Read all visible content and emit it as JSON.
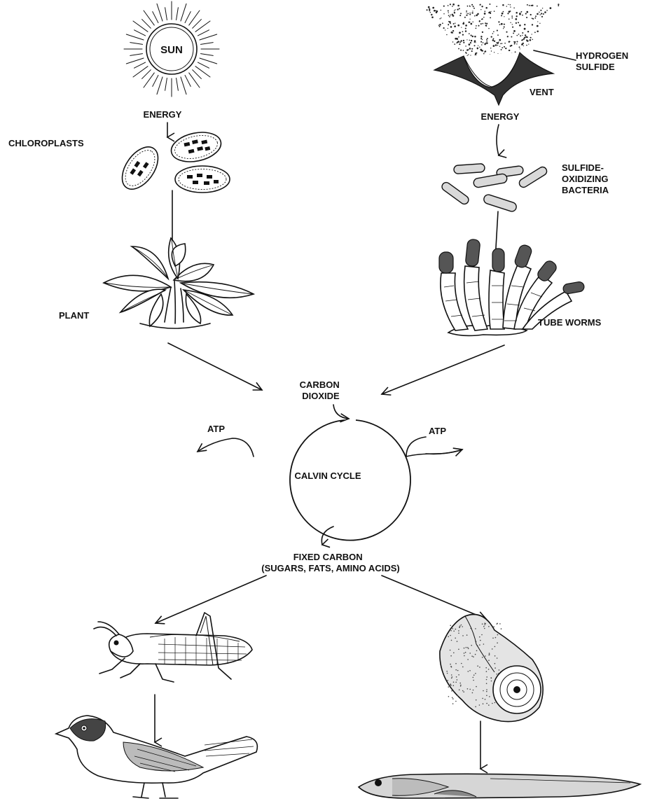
{
  "sun_label": "SUN",
  "energy_left_label": "ENERGY",
  "chloroplasts_label": "CHLOROPLASTS",
  "plant_label": "PLANT",
  "hydrogen_sulfide_label": [
    "HYDROGEN",
    "SULFIDE"
  ],
  "vent_label": "VENT",
  "energy_right_label": "ENERGY",
  "bacteria_label": [
    "SULFIDE-",
    "OXIDIZING",
    "BACTERIA"
  ],
  "tube_worms_label": "TUBE WORMS",
  "carbon_dioxide_label": [
    "CARBON",
    "DIOXIDE"
  ],
  "atp_left_label": "ATP",
  "atp_right_label": "ATP",
  "calvin_cycle_label": "CALVIN CYCLE",
  "fixed_carbon_label": [
    "FIXED CARBON",
    "(SUGARS, FATS, AMINO ACIDS)"
  ],
  "icons": [
    "sun-icon",
    "chloroplast-icon",
    "plant-icon",
    "vent-icon",
    "bacteria-icon",
    "tube-worms-icon",
    "grasshopper-icon",
    "bird-icon",
    "snail-icon",
    "fish-icon"
  ]
}
